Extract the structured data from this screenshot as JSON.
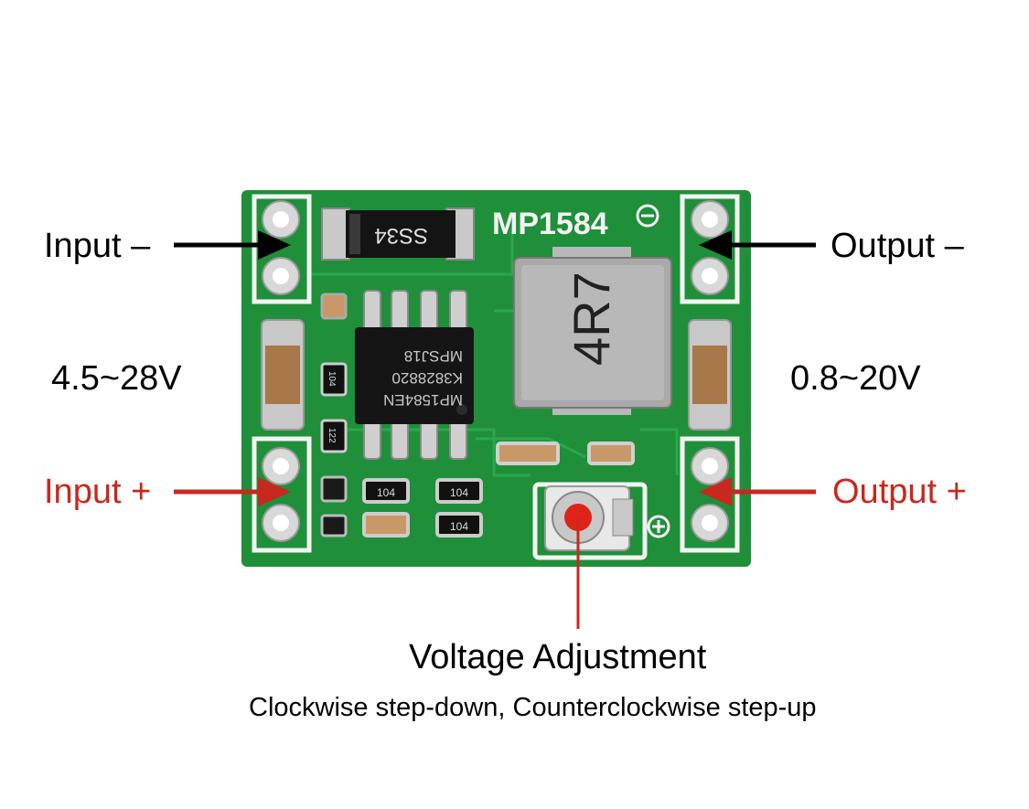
{
  "labels": {
    "input_minus": "Input –",
    "output_minus": "Output –",
    "input_range": "4.5~28V",
    "output_range": "0.8~20V",
    "input_plus": "Input +",
    "output_plus": "Output +",
    "adjust_title": "Voltage Adjustment",
    "adjust_subtitle": "Clockwise step-down, Counterclockwise step-up"
  },
  "board": {
    "chip_name": "MP1584",
    "diode_marking": "SS34",
    "ic_marking_1": "MP1584EN",
    "ic_marking_2": "K3828820",
    "ic_marking_3": "MPSJ18",
    "inductor_marking": "4R7",
    "resistor_104": "104",
    "resistor_122": "122"
  },
  "colors": {
    "pcb_green": "#1f8f3a",
    "silkscreen": "#f2f2f2",
    "arrow_black": "#000000",
    "arrow_red": "#c8281e"
  }
}
